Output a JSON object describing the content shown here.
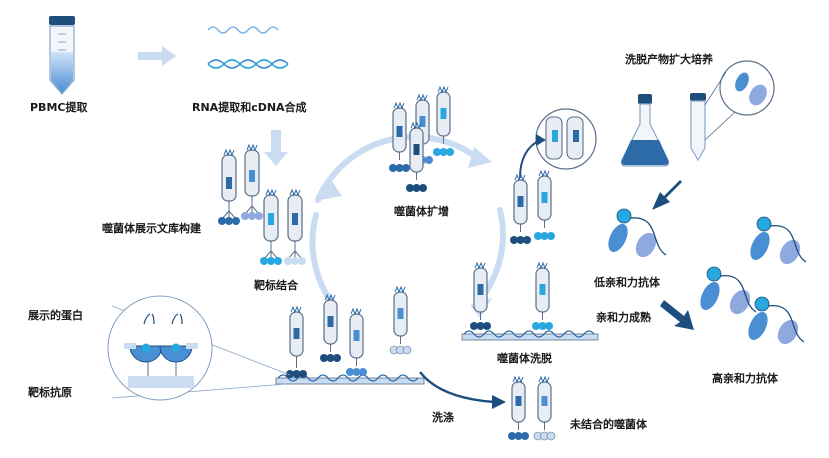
{
  "labels": {
    "pbmc": "PBMC提取",
    "rna": "RNA提取和cDNA合成",
    "library": "噬菌体展示文库构建",
    "binding": "靶标结合",
    "amplify": "噬菌体扩增",
    "elution": "噬菌体洗脱",
    "culture": "洗脱产物扩大培养",
    "low_affinity": "低亲和力抗体",
    "maturation": "亲和力成熟",
    "high_affinity": "高亲和力抗体",
    "displayed_protein": "展示的蛋白",
    "target_antigen": "靶标抗原",
    "wash": "洗涤",
    "unbound": "未结合的噬菌体"
  },
  "colors": {
    "navy": "#1d4e7e",
    "blue": "#2d6aa8",
    "mid": "#4a8fd4",
    "cyan": "#29a8e0",
    "light": "#c9dcf1",
    "pale": "#e5eef8",
    "cycle": "#b8cde8",
    "periwinkle": "#8ea9de",
    "bodyfill": "#e8edf3",
    "bodystroke": "#5a6f8a"
  }
}
